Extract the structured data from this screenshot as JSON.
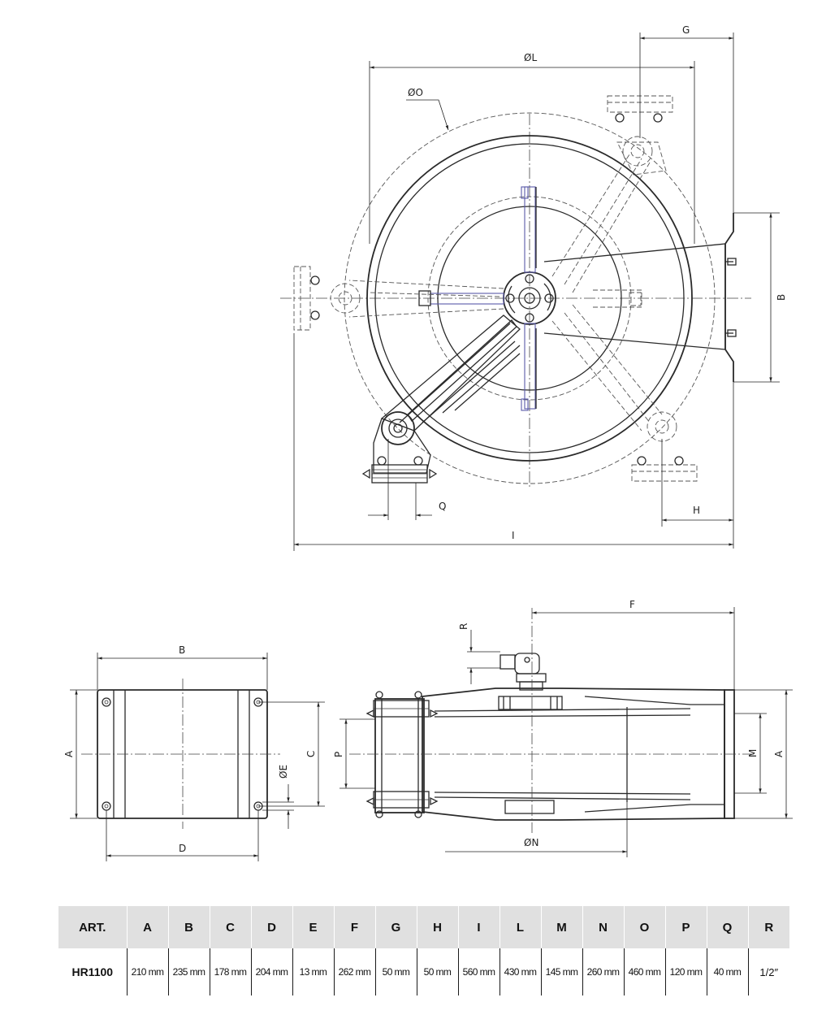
{
  "drawing": {
    "front_labels": {
      "G": "G",
      "L": "ØL",
      "O": "ØO",
      "B": "B",
      "Q": "Q",
      "H": "H",
      "I": "I"
    },
    "side_labels": {
      "B": "B",
      "A": "A",
      "C": "C",
      "E": "ØE",
      "D": "D"
    },
    "section_labels": {
      "R": "R",
      "F": "F",
      "P": "P",
      "M": "M",
      "A": "A",
      "N": "ØN"
    }
  },
  "table": {
    "headers": [
      "ART.",
      "A",
      "B",
      "C",
      "D",
      "E",
      "F",
      "G",
      "H",
      "I",
      "L",
      "M",
      "N",
      "O",
      "P",
      "Q",
      "R"
    ],
    "rows": [
      {
        "art": "HR1100",
        "values": [
          "210 mm",
          "235 mm",
          "178 mm",
          "204 mm",
          "13 mm",
          "262 mm",
          "50 mm",
          "50 mm",
          "560 mm",
          "430 mm",
          "145 mm",
          "260 mm",
          "460 mm",
          "120 mm",
          "40 mm",
          "1/2″"
        ]
      }
    ]
  }
}
